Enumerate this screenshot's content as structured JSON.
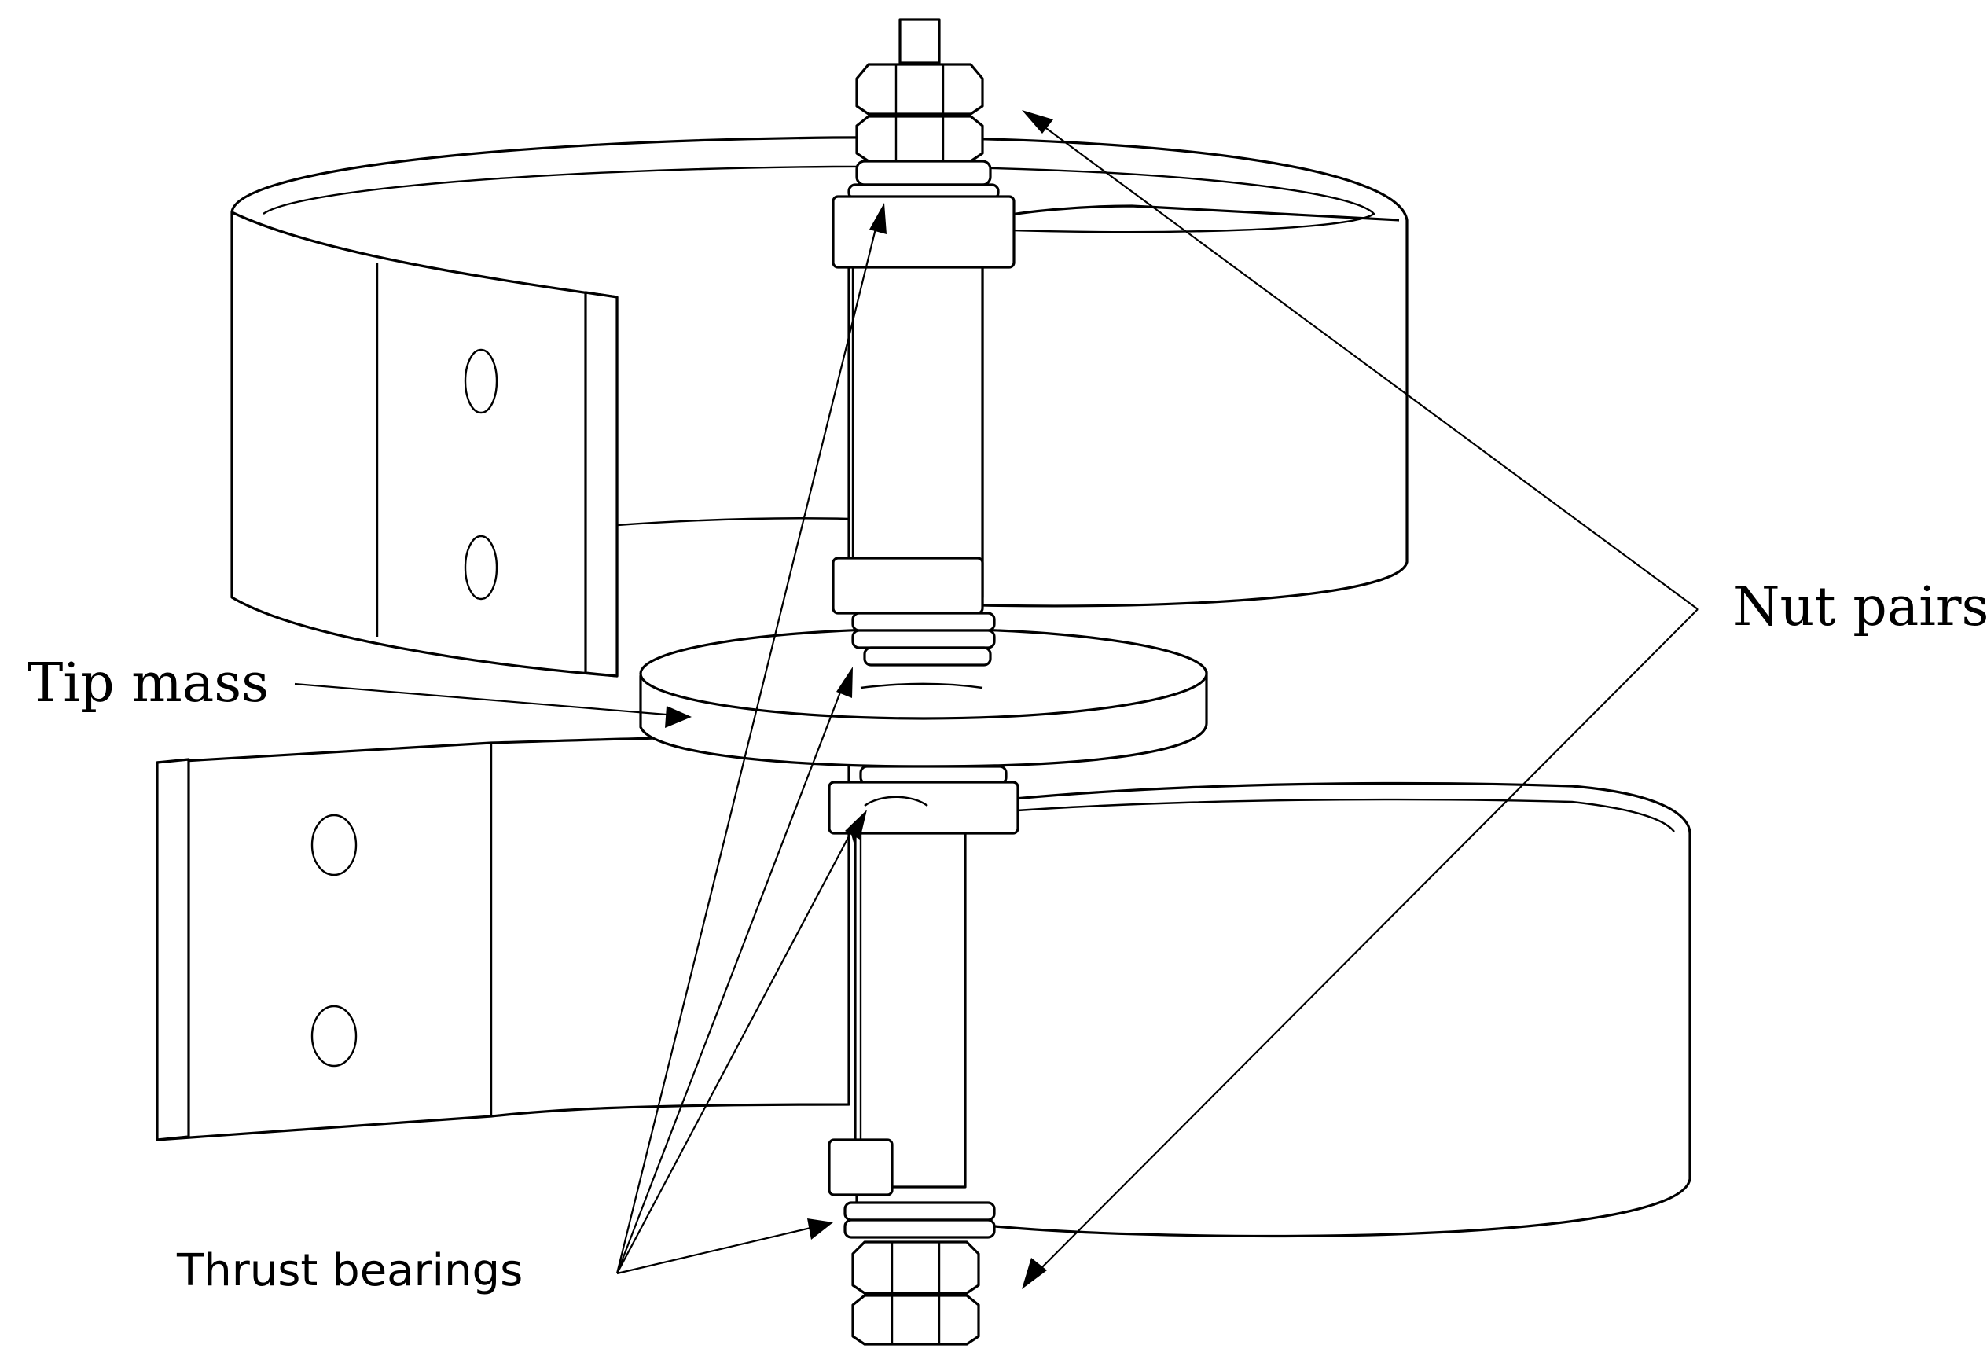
{
  "labels": {
    "nut_pairs": "Nut pairs",
    "tip_mass": "Tip mass",
    "thrust_bearings": "Thrust bearings"
  },
  "colors": {
    "stroke": "#000000",
    "fill": "#ffffff"
  }
}
